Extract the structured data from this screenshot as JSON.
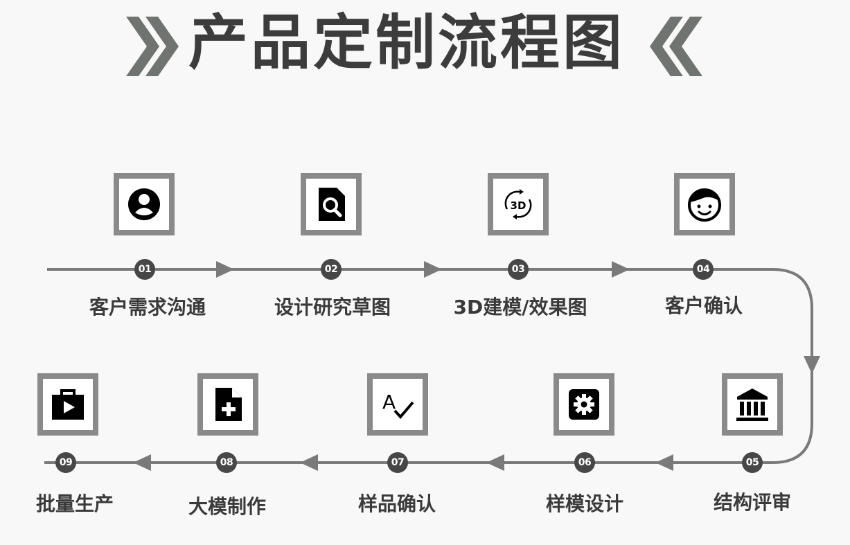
{
  "title": "产品定制流程图",
  "colors": {
    "line": "#7a7a7a",
    "box_border": "#8a8a8a",
    "number_badge": "#474747",
    "text": "#3a3a3a",
    "chevron": "#6f7470"
  },
  "steps": [
    {
      "num": "01",
      "label": "客户需求沟通",
      "icon": "user-circle-icon"
    },
    {
      "num": "02",
      "label": "设计研究草图",
      "icon": "file-search-icon"
    },
    {
      "num": "03",
      "label": "3D建模/效果图",
      "icon": "3d-rotate-icon"
    },
    {
      "num": "04",
      "label": "客户确认",
      "icon": "smiley-face-icon"
    },
    {
      "num": "05",
      "label": "结构评审",
      "icon": "institution-icon"
    },
    {
      "num": "06",
      "label": "样模设计",
      "icon": "gear-icon"
    },
    {
      "num": "07",
      "label": "样品确认",
      "icon": "spellcheck-icon"
    },
    {
      "num": "08",
      "label": "大模制作",
      "icon": "file-plus-icon"
    },
    {
      "num": "09",
      "label": "批量生产",
      "icon": "video-briefcase-icon"
    }
  ]
}
